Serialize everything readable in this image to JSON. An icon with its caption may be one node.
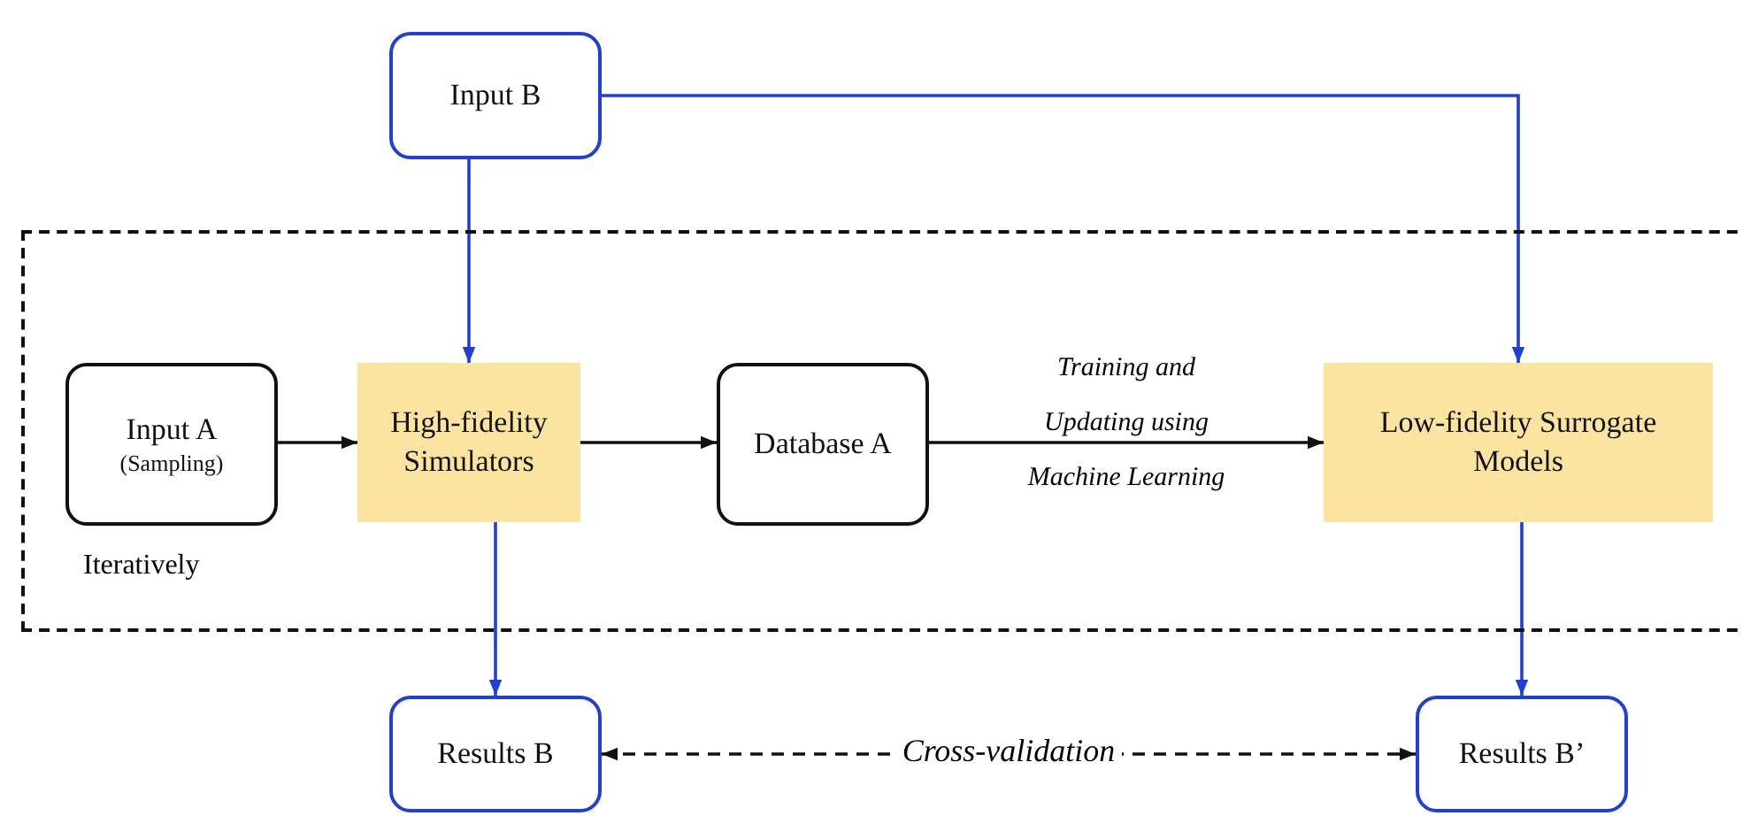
{
  "diagram": {
    "nodes": [
      {
        "text": [
          "Input B"
        ]
      },
      {
        "text": [],
        "shape": "box"
      },
      {
        "text": [
          "Input A",
          "(Sampling)"
        ],
        "in": 1,
        "beside": [
          "Iteratively"
        ]
      },
      {
        "text": [
          "High-fidelity Simulators"
        ],
        "in": 1
      },
      {
        "text": [
          "Database A"
        ],
        "in": 1
      },
      {
        "text": [
          "Low-fidelity Surrogate  Models"
        ],
        "in": 1
      },
      {
        "text": [
          "Results B"
        ]
      },
      {
        "text": [
          "Results B’"
        ]
      }
    ],
    "edges": [
      {
        "from": 0,
        "to": 3,
        "arrow": "to"
      },
      {
        "from": 0,
        "to": 5,
        "arrow": "to"
      },
      {
        "from": 2,
        "to": 3,
        "arrow": "to",
        "color": "#111111"
      },
      {
        "from": 3,
        "to": 4,
        "arrow": "to",
        "color": "#111111"
      },
      {
        "from": 4,
        "to": 5,
        "arrow": "to",
        "label": "Training and Updating using Machine Learning",
        "color": "#111111"
      },
      {
        "from": 3,
        "to": 6,
        "arrow": "to"
      },
      {
        "from": 5,
        "to": 7,
        "arrow": "to"
      },
      {
        "from": 6,
        "to": 7,
        "arrow": "both",
        "style": "dashed",
        "label": "Cross-validation",
        "color": "#111111"
      }
    ]
  }
}
